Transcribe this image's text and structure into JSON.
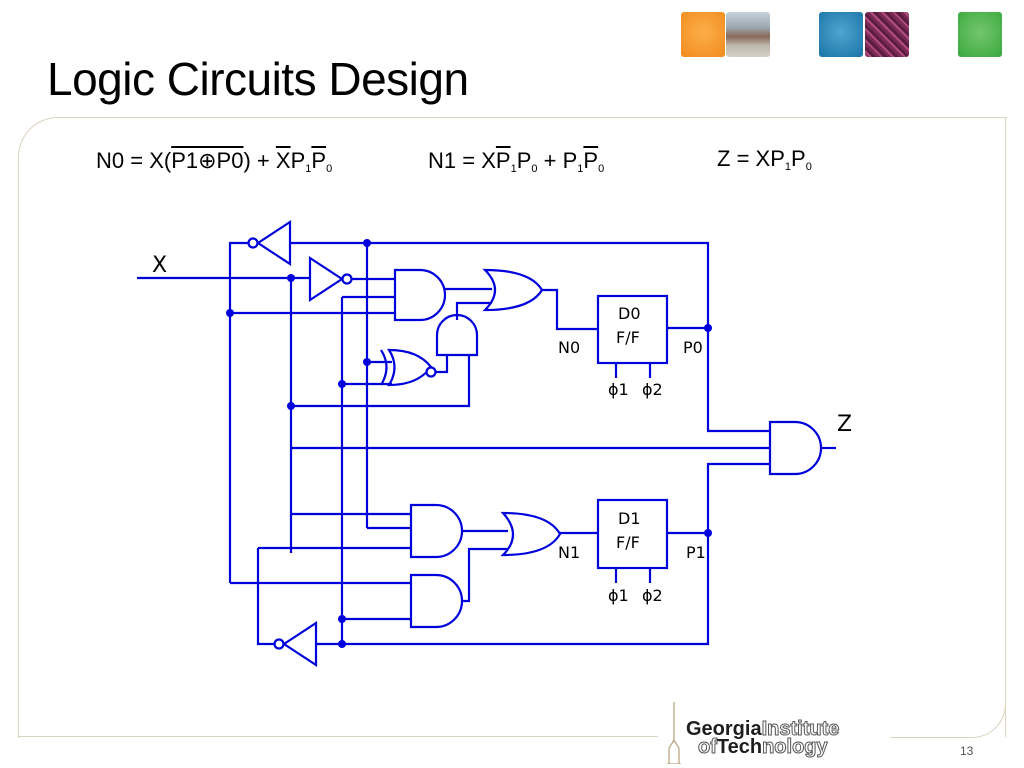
{
  "slide": {
    "title": "Logic Circuits Design",
    "page_number": "13"
  },
  "equations": {
    "n0": {
      "lhs": "N0",
      "eq": " = ",
      "x": "X(",
      "p1xp0": "P1⊕P0",
      "close": ")",
      "plus": " + ",
      "xbar": "X",
      "p": "P",
      "p1sub": "1",
      "p0bar": "P",
      "p0sub": "0"
    },
    "n1": {
      "lhs": "N1",
      "eq": " = ",
      "x": "X",
      "p1bar": "P",
      "p1sub": "1",
      "p0": "P",
      "p0sub": "0",
      "plus": " + ",
      "p1": "P",
      "p1sub2": "1",
      "p0bar": "P",
      "p0sub2": "0"
    },
    "z": {
      "lhs": "Z",
      "eq": " = ",
      "x": "X",
      "p1": "P",
      "p1sub": "1",
      "p0": "P",
      "p0sub": "0"
    }
  },
  "circuit": {
    "wire_color": "#0000dd",
    "input_label": "X",
    "output_label": "Z",
    "ff0": {
      "line1": "D0",
      "line2": "F/F",
      "input": "N0",
      "output": "P0",
      "clk1": "ϕ1",
      "clk2": "ϕ2"
    },
    "ff1": {
      "line1": "D1",
      "line2": "F/F",
      "input": "N1",
      "output": "P1",
      "clk1": "ϕ1",
      "clk2": "ϕ2"
    }
  },
  "branding": {
    "line1_bold": "Georgia",
    "line1_outline": "Institute",
    "line2_outline": "of",
    "line2_bold": "Tech",
    "line2_outline2": "nology",
    "tile_colors": [
      "#f39a28",
      "#1f7db3",
      "#45b045"
    ]
  }
}
